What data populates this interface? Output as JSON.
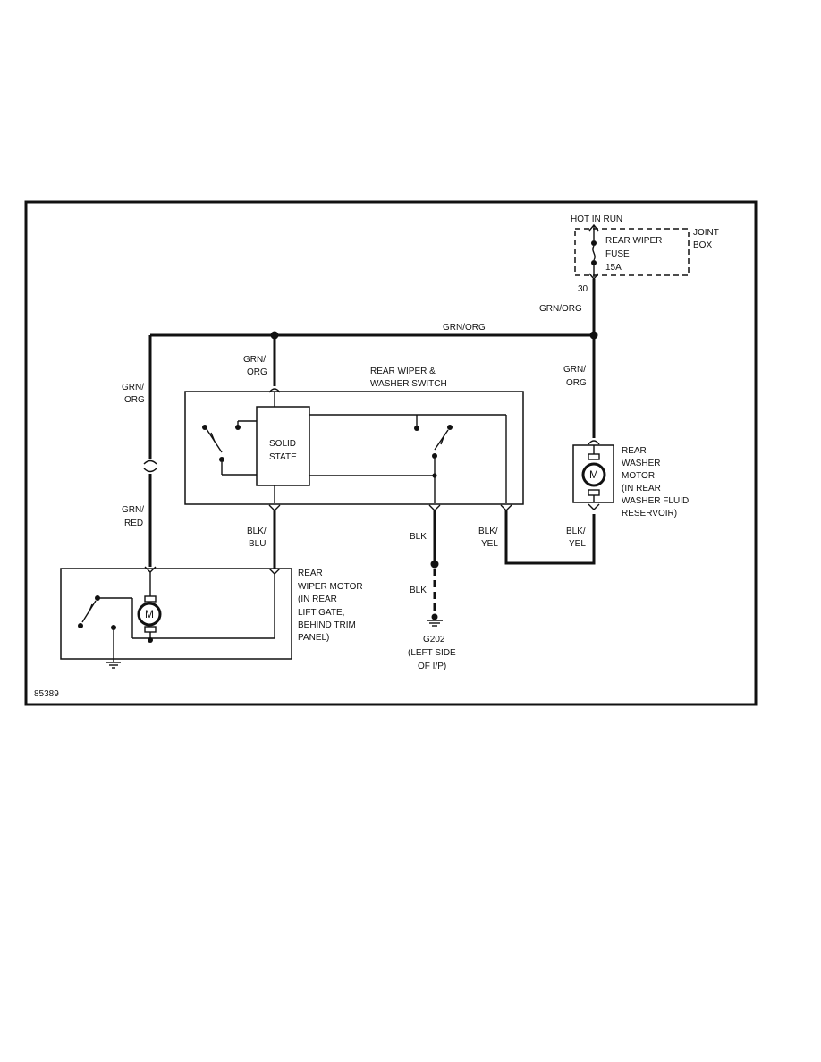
{
  "figure_id": "85389",
  "power": {
    "hot_in_run": "HOT IN RUN",
    "fuse_lines": [
      "REAR WIPER",
      "FUSE",
      "15A"
    ],
    "box_lines": [
      "JOINT",
      "BOX"
    ],
    "terminal": "30"
  },
  "wires": {
    "grn_org_main": "GRN/ORG",
    "grn_org_fuse": "GRN/ORG",
    "grn_org_left": [
      "GRN/",
      "ORG"
    ],
    "grn_org_switch": [
      "GRN/",
      "ORG"
    ],
    "grn_org_washer": [
      "GRN/",
      "ORG"
    ],
    "grn_red": [
      "GRN/",
      "RED"
    ],
    "blk_blu": [
      "BLK/",
      "BLU"
    ],
    "blk_top": "BLK",
    "blk_bottom": "BLK",
    "blk_yel_switch": [
      "BLK/",
      "YEL"
    ],
    "blk_yel_washer": [
      "BLK/",
      "YEL"
    ]
  },
  "switch": {
    "title_lines": [
      "REAR WIPER &",
      "WASHER SWITCH"
    ],
    "solid_state_lines": [
      "SOLID",
      "STATE"
    ]
  },
  "washer_motor": {
    "symbol": "M",
    "lines": [
      "REAR",
      "WASHER",
      "MOTOR",
      "(IN REAR",
      "WASHER FLUID",
      "RESERVOIR)"
    ]
  },
  "wiper_motor": {
    "symbol": "M",
    "lines": [
      "REAR",
      "WIPER MOTOR",
      "(IN REAR",
      "LIFT GATE,",
      "BEHIND TRIM",
      "PANEL)"
    ]
  },
  "ground": {
    "lines": [
      "G202",
      "(LEFT SIDE",
      "OF I/P)"
    ]
  }
}
